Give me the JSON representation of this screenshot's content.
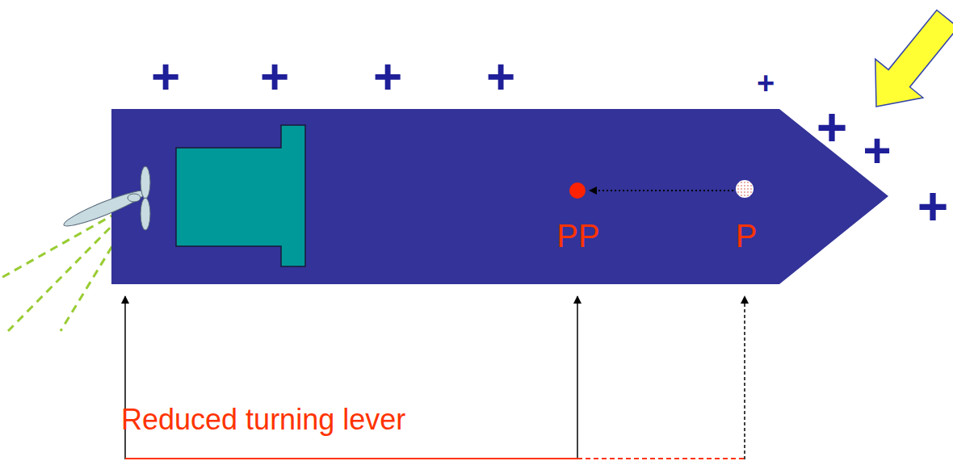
{
  "diagram": {
    "labels": [
      "+",
      "+",
      "+",
      "+",
      "+",
      "+",
      "+",
      "+",
      "PP",
      "P",
      "Reduced turning lever"
    ]
  }
}
